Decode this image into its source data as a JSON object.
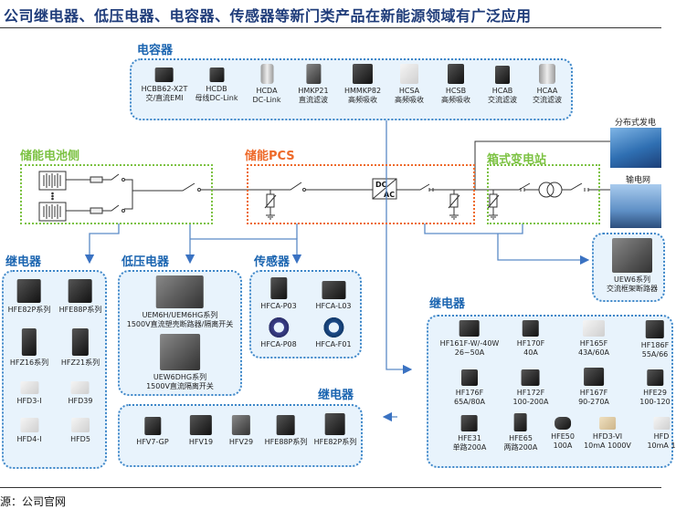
{
  "title": "公司继电器、低压电器、电容器、传感器等新门类产品在新能源领域有广泛应用",
  "source": "源：公司官网",
  "colors": {
    "blue": "#1a64b0",
    "green": "#7cc242",
    "orange": "#ee6a2a",
    "panel_bg": "#e8f3fc",
    "line": "#5b8ac6"
  },
  "sections": {
    "battery": "储能电池侧",
    "pcs": "储能PCS",
    "substation": "箱式变电站",
    "distributed": "分布式发电",
    "grid": "输电网"
  },
  "pcs_converter": {
    "top": "DC",
    "bottom": "AC"
  },
  "capacitors": {
    "label": "电容器",
    "items": [
      {
        "name": "HCBB62-X2T",
        "desc": "交/直流EMI"
      },
      {
        "name": "HCDB",
        "desc": "母线DC-Link"
      },
      {
        "name": "HCDA",
        "desc": "DC-Link"
      },
      {
        "name": "HMKP21",
        "desc": "直流滤波"
      },
      {
        "name": "HMMKP82",
        "desc": "高频吸收"
      },
      {
        "name": "HCSA",
        "desc": "高频吸收"
      },
      {
        "name": "HCSB",
        "desc": "高频吸收"
      },
      {
        "name": "HCAB",
        "desc": "交流滤波"
      },
      {
        "name": "HCAA",
        "desc": "交流滤波"
      }
    ]
  },
  "relays_left": {
    "label": "继电器",
    "items": [
      {
        "name": "HFE82P系列"
      },
      {
        "name": "HFE88P系列"
      },
      {
        "name": "HFZ16系列"
      },
      {
        "name": "HFZ21系列"
      },
      {
        "name": "HFD3-I"
      },
      {
        "name": "HFD39"
      },
      {
        "name": "HFD4-I"
      },
      {
        "name": "HFD5"
      }
    ]
  },
  "low_voltage": {
    "label": "低压电器",
    "items": [
      {
        "name": "UEM6H/UEM6HG系列",
        "desc": "1500V直流塑壳断路器/隔离开关"
      },
      {
        "name": "UEW6DHG系列",
        "desc": "1500V直流隔离开关"
      }
    ]
  },
  "sensors": {
    "label": "传感器",
    "items": [
      {
        "name": "HFCA-P03"
      },
      {
        "name": "HFCA-L03"
      },
      {
        "name": "HFCA-P08"
      },
      {
        "name": "HFCA-F01"
      }
    ]
  },
  "relays_bottom": {
    "label": "继电器",
    "items": [
      {
        "name": "HFV7-GP"
      },
      {
        "name": "HFV19"
      },
      {
        "name": "HFV29"
      },
      {
        "name": "HFE88P系列"
      },
      {
        "name": "HFE82P系列"
      }
    ]
  },
  "breaker": {
    "name": "UEW6系列",
    "desc": "交流框架断路器"
  },
  "relays_right": {
    "label": "继电器",
    "items": [
      {
        "name": "HF161F-W/-40W",
        "desc": "26~50A"
      },
      {
        "name": "HF170F",
        "desc": "40A"
      },
      {
        "name": "HF165F",
        "desc": "43A/60A"
      },
      {
        "name": "HF186F",
        "desc": "55A/66"
      },
      {
        "name": "HF176F",
        "desc": "65A/80A"
      },
      {
        "name": "HF172F",
        "desc": "100-200A"
      },
      {
        "name": "HF167F",
        "desc": "90-270A"
      },
      {
        "name": "HFE29",
        "desc": "100-120"
      },
      {
        "name": "HFE31",
        "desc": "单路200A"
      },
      {
        "name": "HFE65",
        "desc": "两路200A"
      },
      {
        "name": "HFE50",
        "desc": "100A"
      },
      {
        "name": "HFD3-VI",
        "desc": "10mA 1000V"
      },
      {
        "name": "HFD",
        "desc": "10mA 1"
      }
    ]
  }
}
